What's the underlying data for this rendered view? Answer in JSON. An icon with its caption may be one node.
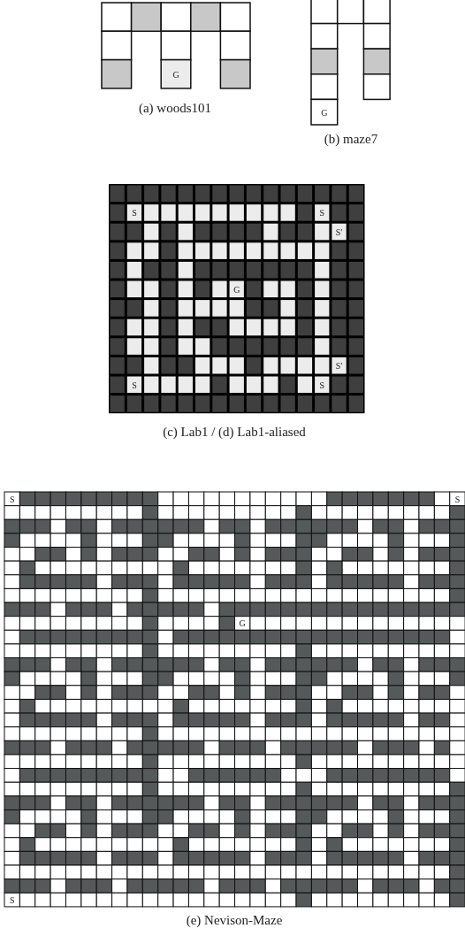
{
  "diagram": {
    "labels": [
      "G",
      "(a) woods101",
      "G",
      "(b) maze7",
      "S",
      "S",
      "S'",
      "G",
      "S'",
      "S",
      "S",
      "(c) Lab1 / (d) Lab1-aliased",
      "S",
      "S",
      "G",
      "S",
      "(e) Nevison-Maze"
    ]
  }
}
